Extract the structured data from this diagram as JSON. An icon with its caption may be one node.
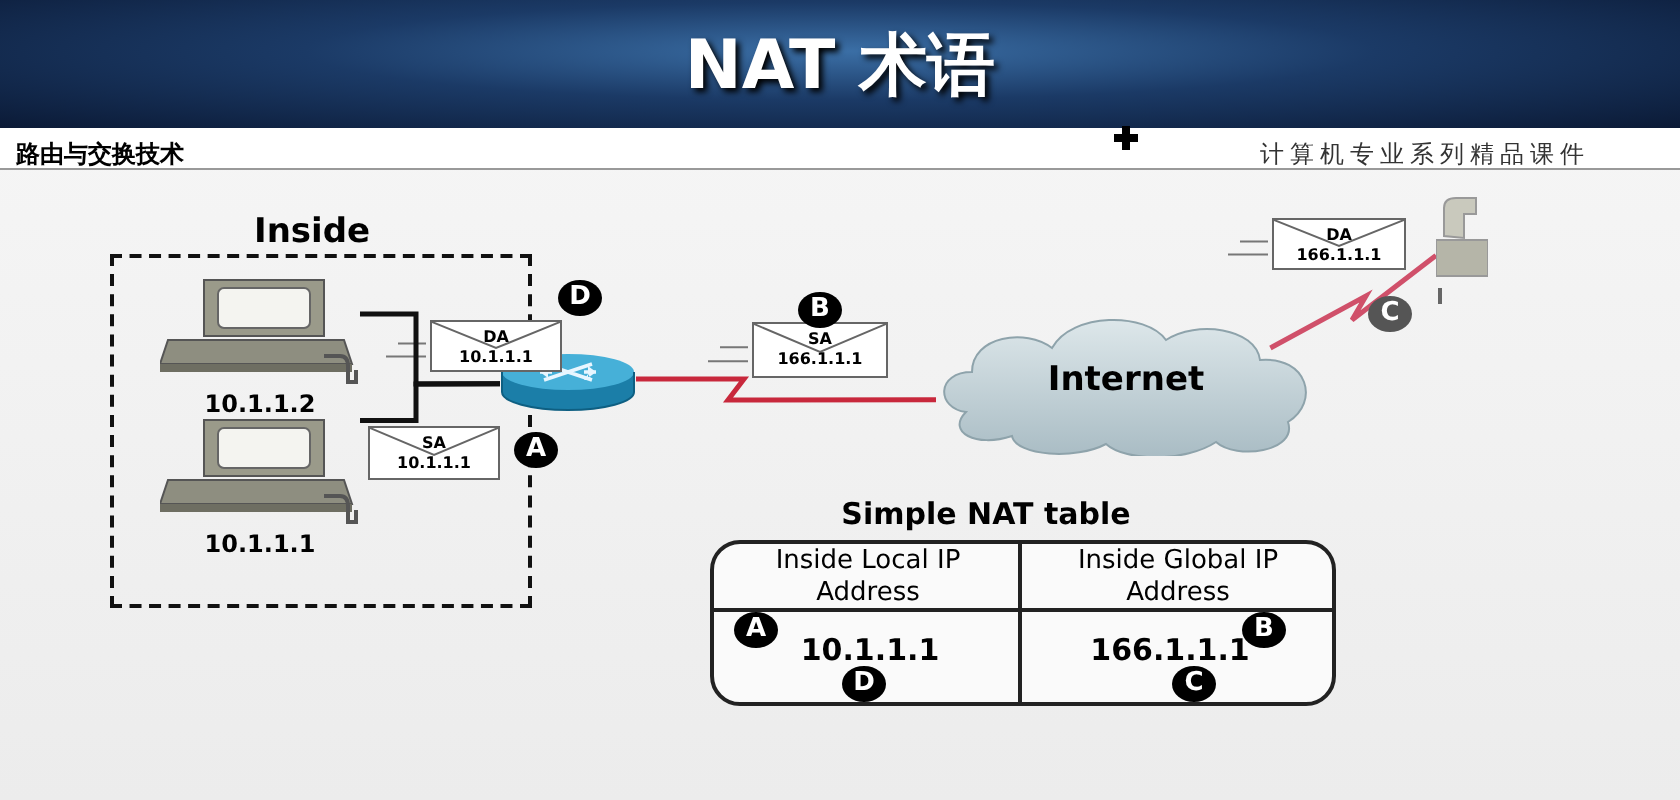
{
  "diagram": {
    "title": "NAT 术语",
    "nodes": [
      {
        "text": [
          "Inside"
        ]
      },
      {
        "text": [],
        "shape": "picture",
        "in": 0,
        "beside": [
          "10.1.1.2"
        ]
      },
      {
        "text": [],
        "shape": "picture",
        "in": 0,
        "beside": [
          "10.1.1.1"
        ]
      },
      {
        "text": [],
        "shape": "cylinder"
      },
      {
        "text": [
          "Internet"
        ]
      },
      {
        "text": [],
        "shape": "picture"
      },
      {
        "text": [
          "DA",
          "10.1.1.1"
        ]
      },
      {
        "text": [
          "SA",
          "10.1.1.1"
        ],
        "in": 0
      },
      {
        "text": [
          "SA",
          "166.1.1.1"
        ]
      },
      {
        "text": [
          "DA",
          "166.1.1.1"
        ]
      }
    ],
    "edges": [
      {
        "from": 1,
        "to": 3,
        "arrow": "none"
      },
      {
        "from": 2,
        "to": 3,
        "arrow": "none"
      },
      {
        "from": 3,
        "to": 4,
        "arrow": "none",
        "color": "#c8283c"
      },
      {
        "from": 4,
        "to": 5,
        "arrow": "none",
        "color": "#d0506a"
      }
    ],
    "labels": [
      "路由与交换技术",
      "计算机专业系列精品课件",
      "D",
      "B",
      "C",
      "A",
      "Simple NAT table",
      "Inside Local IP Address",
      "Inside Global IP Address",
      "A",
      "10.1.1.1",
      "B",
      "166.1.1.1",
      "D",
      "C"
    ]
  }
}
